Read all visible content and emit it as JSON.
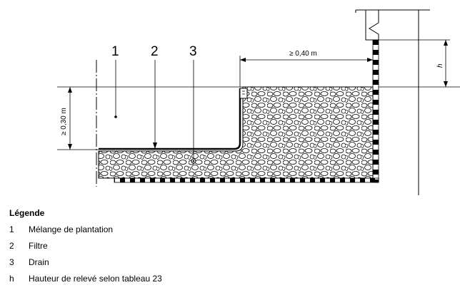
{
  "callouts": [
    "1",
    "2",
    "3"
  ],
  "dimensions": {
    "top_distance": "≥ 0,40 m",
    "left_height": "≥ 0,30 m",
    "right_height": "h"
  },
  "legend": {
    "title": "Légende",
    "items": [
      {
        "key": "1",
        "label": "Mélange de plantation"
      },
      {
        "key": "2",
        "label": "Filtre"
      },
      {
        "key": "3",
        "label": "Drain"
      },
      {
        "key": "h",
        "label": "Hauteur de relevé selon tableau 23"
      }
    ]
  }
}
